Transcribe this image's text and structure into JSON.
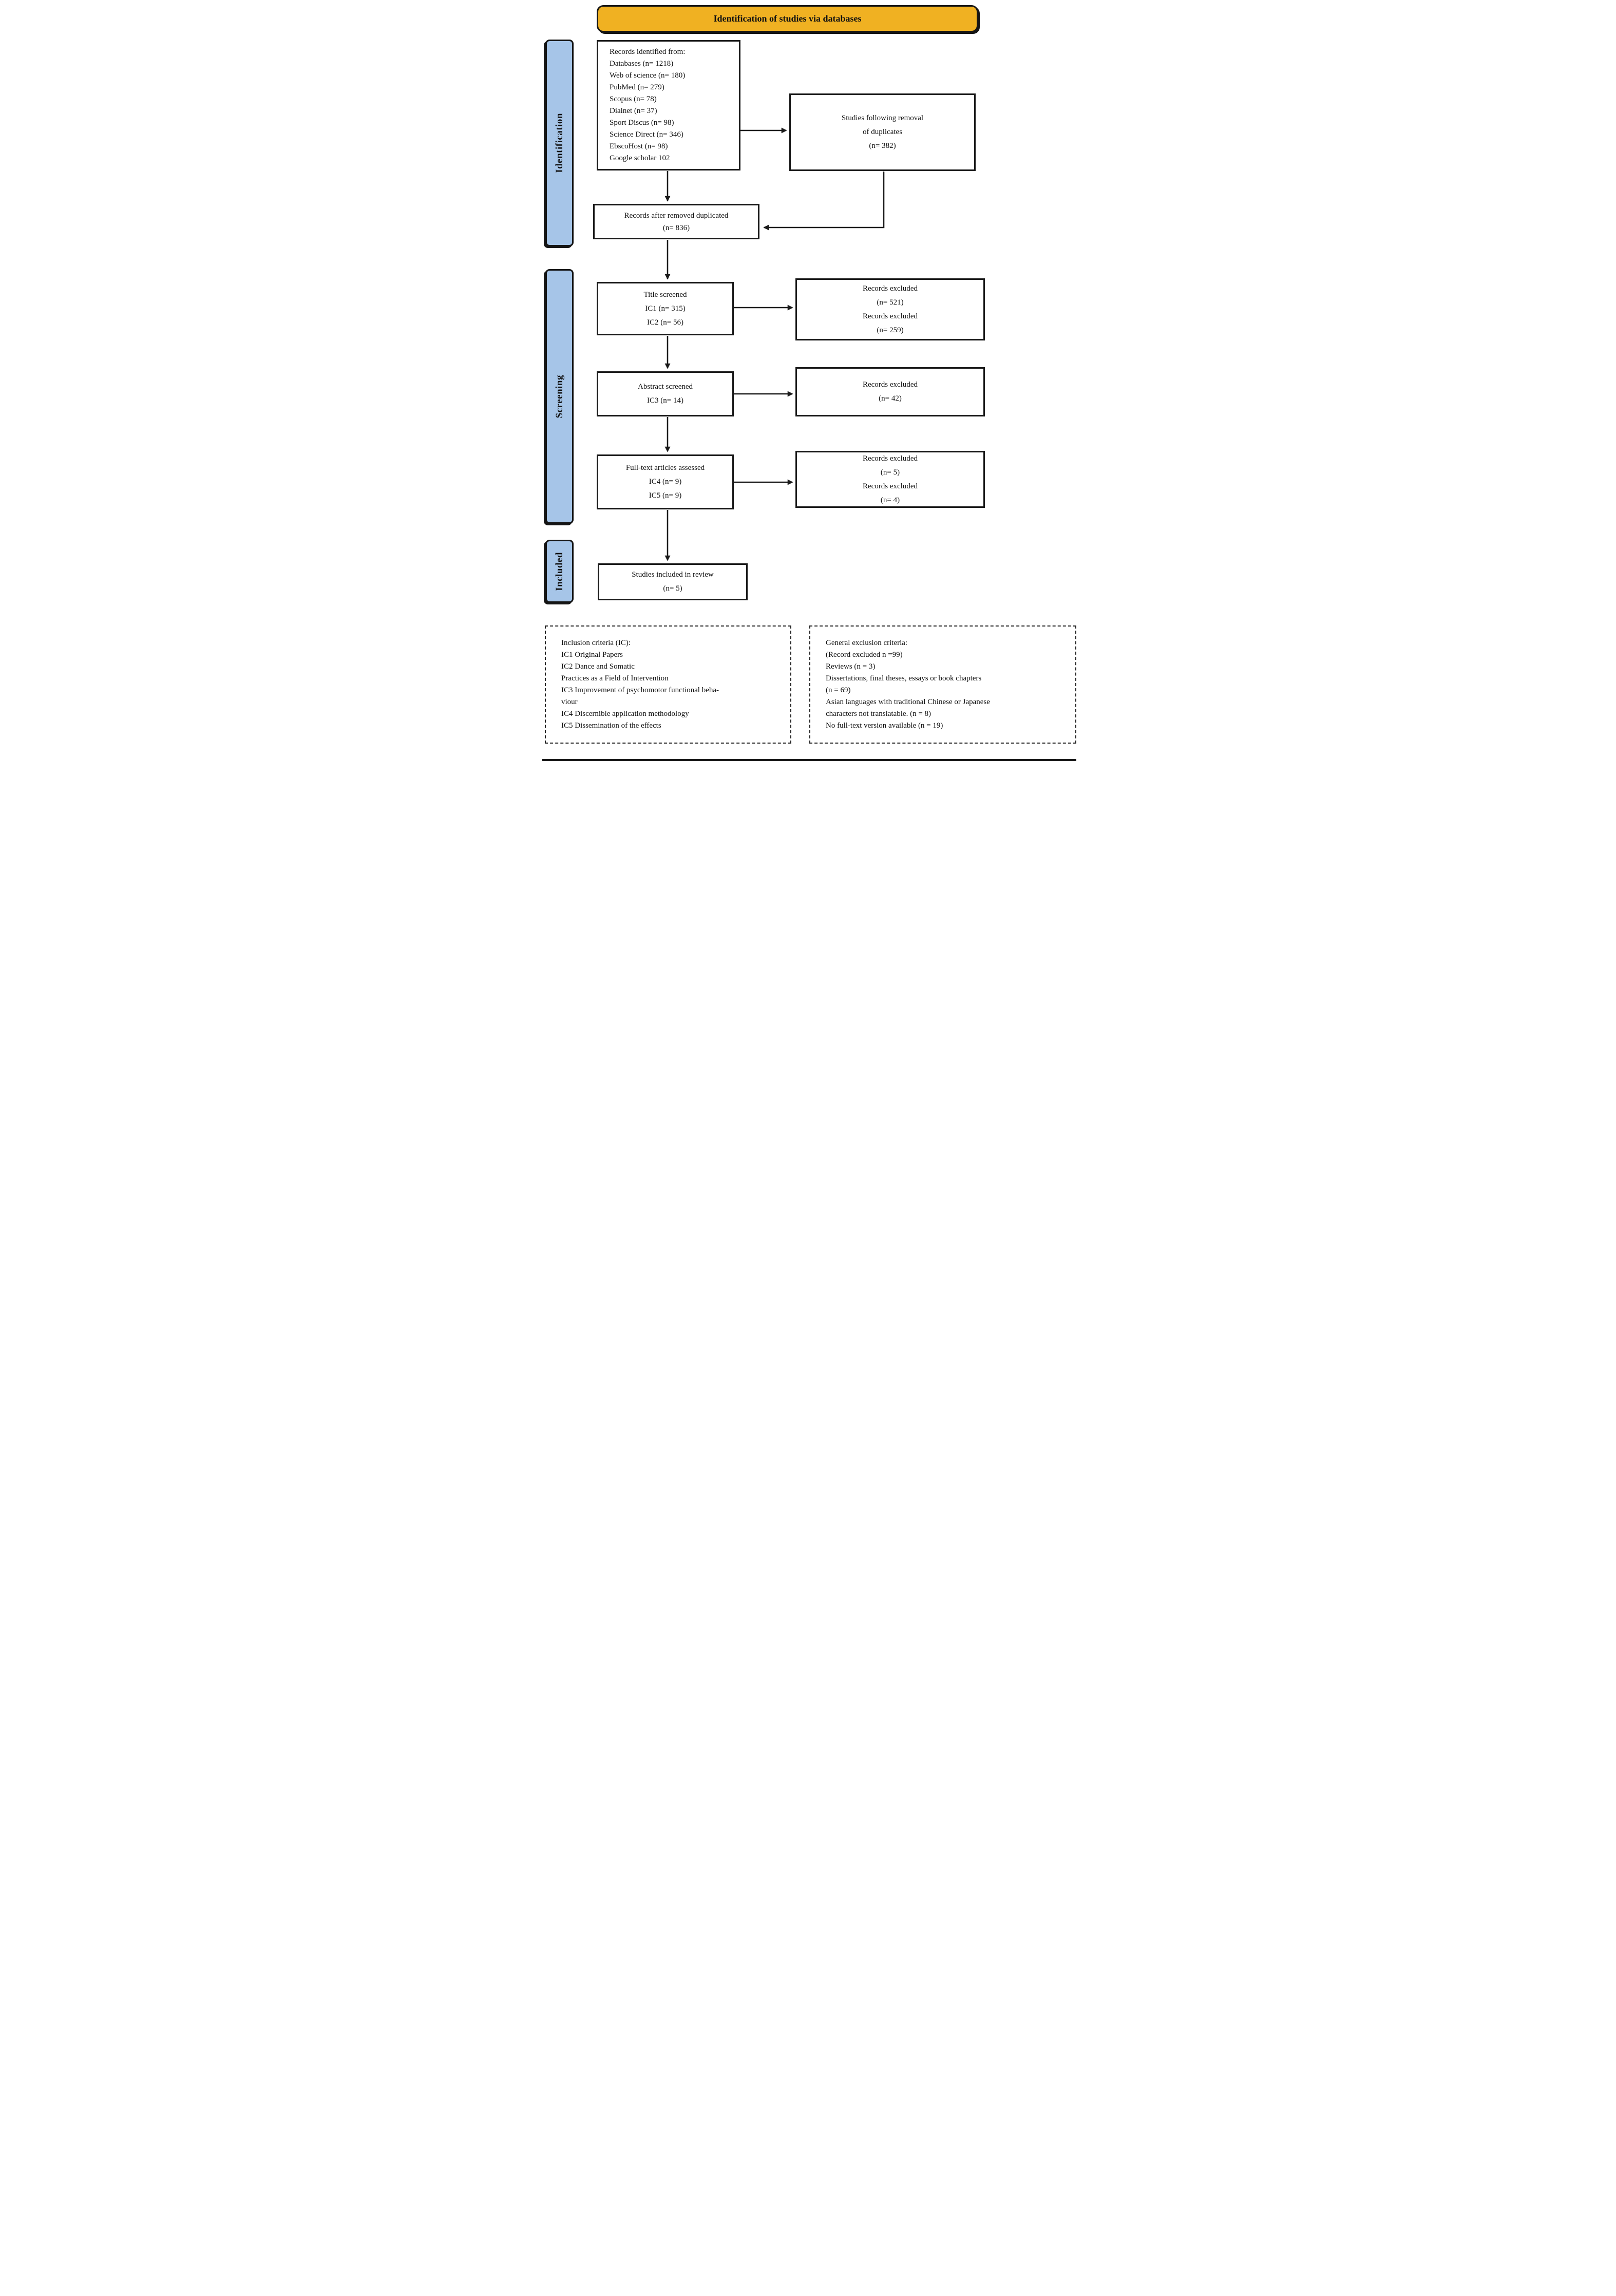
{
  "banner": {
    "title": "Identification of studies via databases"
  },
  "stages": {
    "identification": "Identification",
    "screening": "Screening",
    "included": "Included"
  },
  "boxes": {
    "records_identified": "Records identified from:\nDatabases (n= 1218)\nWeb of science (n= 180)\nPubMed (n= 279)\nScopus (n= 78)\nDialnet (n= 37)\nSport Discus (n= 98)\nScience Direct (n= 346)\nEbscoHost (n= 98)\nGoogle scholar 102",
    "duplicates_removed": "Studies following removal\nof duplicates\n(n= 382)",
    "records_after_duplicates": "Records after removed duplicated\n(n= 836)",
    "title_screened": "Title screened\nIC1 (n= 315)\nIC2 (n= 56)",
    "excluded_title": "Records excluded\n(n= 521)\nRecords excluded\n(n= 259)",
    "abstract_screened": "Abstract screened\nIC3 (n= 14)",
    "excluded_abstract": "Records excluded\n(n= 42)",
    "fulltext_assessed": "Full-text articles assessed\nIC4 (n= 9)\nIC5 (n= 9)",
    "excluded_fulltext": "Records excluded\n(n= 5)\nRecords excluded\n(n= 4)",
    "studies_included": "Studies included in review\n(n= 5)",
    "inclusion_criteria": "Inclusion criteria (IC):\nIC1 Original Papers\nIC2 Dance and Somatic\nPractices as a Field of Intervention\nIC3 Improvement of psychomotor functional beha-\nviour\nIC4 Discernible application methodology\nIC5 Dissemination of the effects",
    "exclusion_criteria": "General exclusion criteria:\n(Record excluded n =99)\nReviews (n = 3)\nDissertations, final theses, essays or book chapters\n(n = 69)\nAsian languages with traditional Chinese or Japanese\ncharacters not translatable. (n = 8)\nNo full-text version available (n = 19)"
  },
  "colors": {
    "banner_bg": "#F0B122",
    "stage_bg": "#A6C5E8",
    "line": "#1a1a1a"
  }
}
